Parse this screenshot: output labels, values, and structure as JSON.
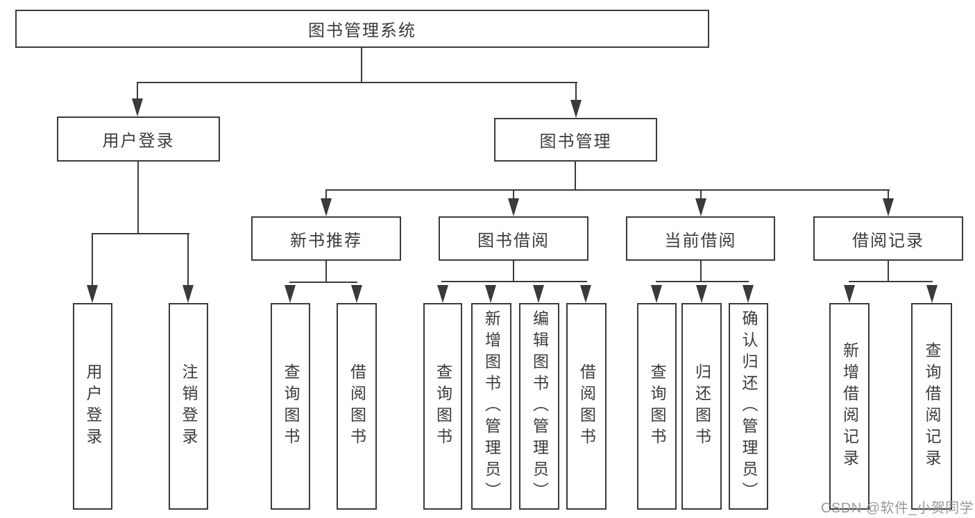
{
  "diagram_type": "hierarchy-tree",
  "tree": {
    "label": "图书管理系统",
    "children": [
      {
        "label": "用户登录",
        "children": [
          {
            "label": "用户登录"
          },
          {
            "label": "注销登录"
          }
        ]
      },
      {
        "label": "图书管理",
        "children": [
          {
            "label": "新书推荐",
            "children": [
              {
                "label": "查询图书"
              },
              {
                "label": "借阅图书"
              }
            ]
          },
          {
            "label": "图书借阅",
            "children": [
              {
                "label": "查询图书"
              },
              {
                "label": "新增图书（管理员）"
              },
              {
                "label": "编辑图书（管理员）"
              },
              {
                "label": "借阅图书"
              }
            ]
          },
          {
            "label": "当前借阅",
            "children": [
              {
                "label": "查询图书"
              },
              {
                "label": "归还图书"
              },
              {
                "label": "确认归还（管理员）"
              }
            ]
          },
          {
            "label": "借阅记录",
            "children": [
              {
                "label": "新增借阅记录"
              },
              {
                "label": "查询借阅记录"
              }
            ]
          }
        ]
      }
    ]
  },
  "watermark": {
    "text": "CSDN @软件_小贺同学"
  },
  "colors": {
    "line": "#3a3a3a",
    "text": "#3b3b3b",
    "watermark": "#999999",
    "background": "#ffffff"
  }
}
